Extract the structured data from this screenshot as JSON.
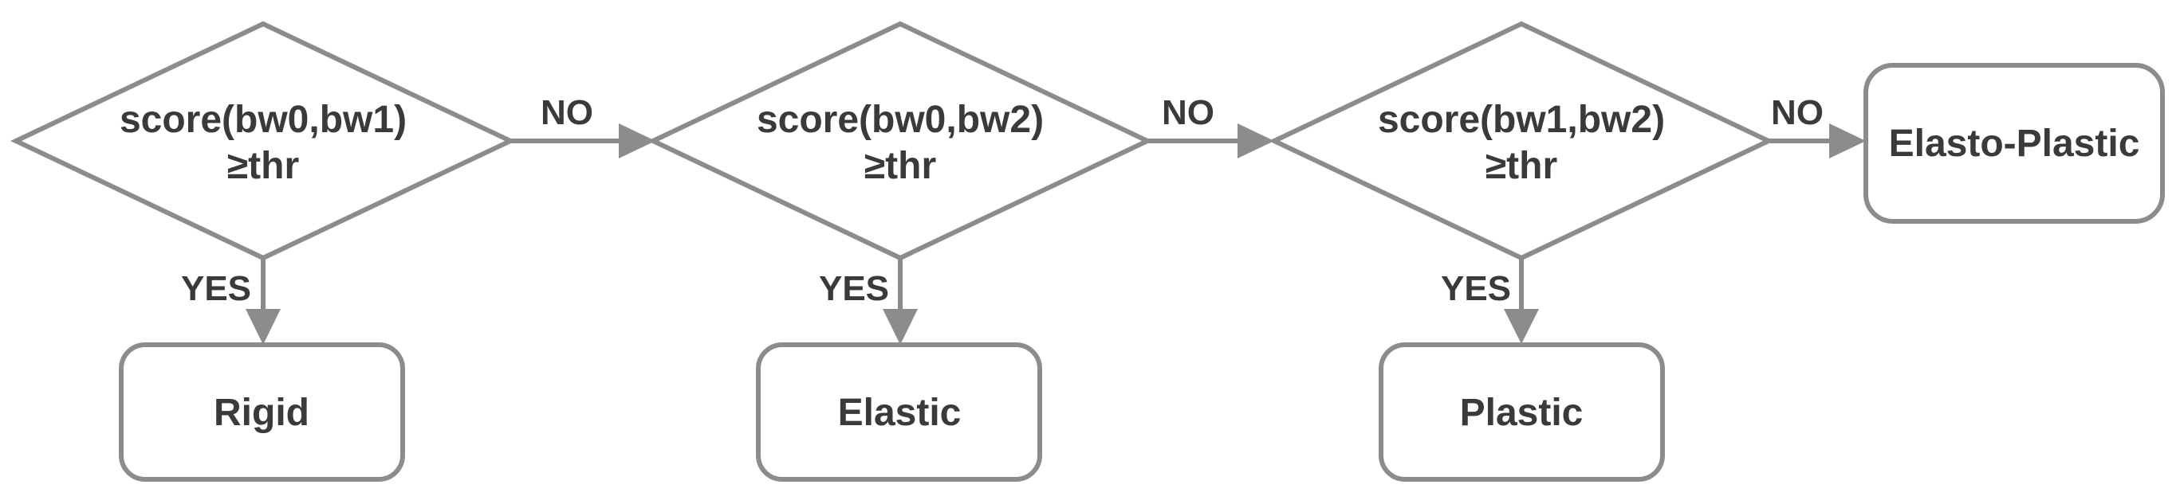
{
  "flowchart": {
    "title": "material-behavior-decision-tree",
    "colors": {
      "stroke": "#8c8c8c",
      "text": "#3a3a3a",
      "node_fill": "#ffffff",
      "background": "#ffffff"
    },
    "decisions": [
      {
        "condition_line1": "score(bw0,bw1)",
        "condition_line2": "≥thr"
      },
      {
        "condition_line1": "score(bw0,bw2)",
        "condition_line2": "≥thr"
      },
      {
        "condition_line1": "score(bw1,bw2)",
        "condition_line2": "≥thr"
      }
    ],
    "outcomes": [
      {
        "label": "Rigid"
      },
      {
        "label": "Elastic"
      },
      {
        "label": "Plastic"
      },
      {
        "label": "Elasto-Plastic"
      }
    ],
    "edge_labels": {
      "yes": "YES",
      "no": "NO"
    },
    "edges": [
      {
        "from": "decision-1",
        "label": "YES",
        "to": "Rigid"
      },
      {
        "from": "decision-1",
        "label": "NO",
        "to": "decision-2"
      },
      {
        "from": "decision-2",
        "label": "YES",
        "to": "Elastic"
      },
      {
        "from": "decision-2",
        "label": "NO",
        "to": "decision-3"
      },
      {
        "from": "decision-3",
        "label": "YES",
        "to": "Plastic"
      },
      {
        "from": "decision-3",
        "label": "NO",
        "to": "Elasto-Plastic"
      }
    ]
  }
}
